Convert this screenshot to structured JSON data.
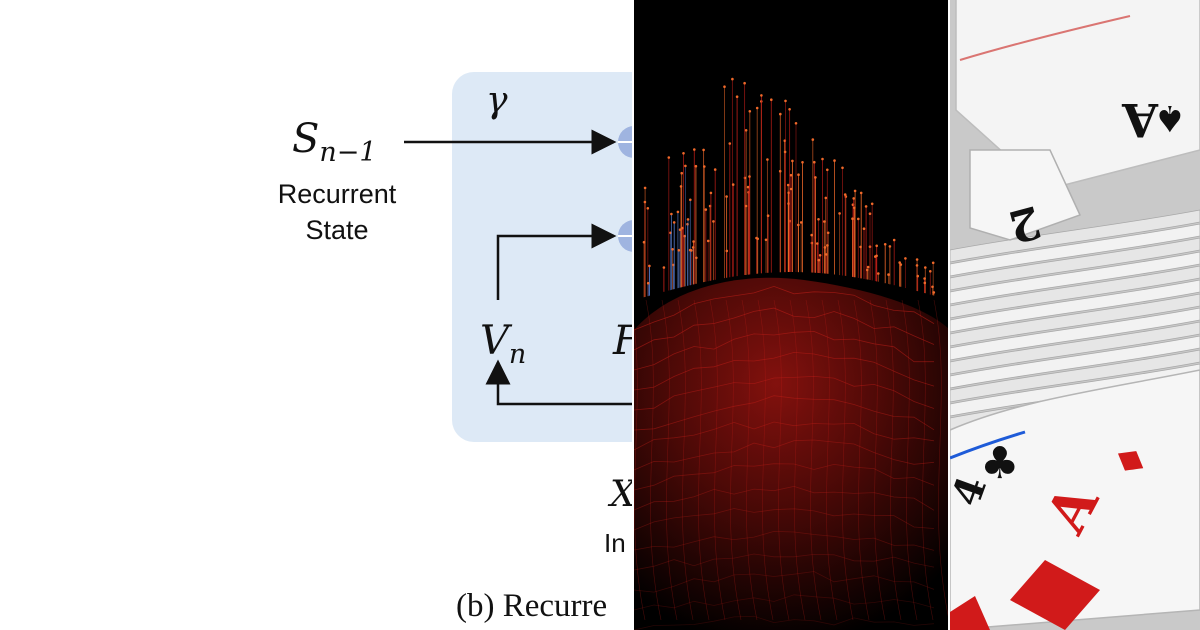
{
  "diagram": {
    "state_symbol": "S",
    "state_subscript": "n−1",
    "state_label_line1": "Recurrent",
    "state_label_line2": "State",
    "gamma_symbol": "γ",
    "v_symbol": "V",
    "v_subscript": "n",
    "f_symbol": "F",
    "x_symbol": "X",
    "input_partial": "In",
    "caption_partial": "(b) Recurre"
  },
  "cards": {
    "top_glyph": "A",
    "top_suit": "♠",
    "two_glyph": "2",
    "bottom_glyph": "A",
    "bottom_suit": "♦",
    "club_suit": "♣",
    "club_rank": "4"
  },
  "colors": {
    "block_fill": "#dde9f6",
    "node_fill": "#9fb4e0",
    "viz_background": "#000000",
    "viz_red": "#c8201a",
    "viz_orange": "#f0692a",
    "viz_blue": "#5a7fd0",
    "card_red": "#d11a1a"
  }
}
